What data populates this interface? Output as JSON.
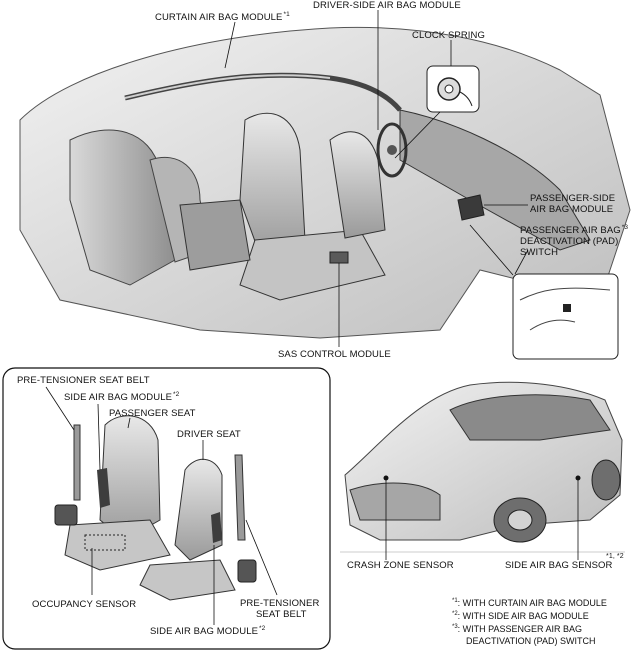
{
  "labels": {
    "curtain_air_bag_module": "CURTAIN AIR BAG MODULE",
    "curtain_note": "*1",
    "driver_side_air_bag_module": "DRIVER-SIDE AIR BAG MODULE",
    "clock_spring": "CLOCK SPRING",
    "passenger_side_air_bag_module_l1": "PASSENGER-SIDE",
    "passenger_side_air_bag_module_l2": "AIR BAG MODULE",
    "pad_switch_l1": "PASSENGER AIR BAG",
    "pad_switch_note": "*3",
    "pad_switch_l2": "DEACTIVATION (PAD)",
    "pad_switch_l3": "SWITCH",
    "sas_control_module": "SAS CONTROL MODULE",
    "pre_tensioner_seat_belt": "PRE-TENSIONER SEAT BELT",
    "side_air_bag_module_top": "SIDE AIR BAG MODULE",
    "side_air_bag_module_top_note": "*2",
    "passenger_seat": "PASSENGER SEAT",
    "driver_seat": "DRIVER SEAT",
    "occupancy_sensor": "OCCUPANCY SENSOR",
    "pre_tensioner_seat_belt_right_l1": "PRE-TENSIONER",
    "pre_tensioner_seat_belt_right_l2": "SEAT BELT",
    "side_air_bag_module_bottom": "SIDE AIR BAG MODULE",
    "side_air_bag_module_bottom_note": "*2",
    "crash_zone_sensor": "CRASH ZONE SENSOR",
    "side_air_bag_sensor": "SIDE AIR BAG SENSOR",
    "side_air_bag_sensor_note": "*1, *2"
  },
  "footnotes": [
    {
      "key": "*1",
      "text": ": WITH CURTAIN AIR BAG MODULE"
    },
    {
      "key": "*2",
      "text": ": WITH SIDE AIR BAG MODULE"
    },
    {
      "key": "*3",
      "text": ": WITH PASSENGER AIR BAG"
    },
    {
      "key": "",
      "text": "DEACTIVATION (PAD) SWITCH"
    }
  ]
}
